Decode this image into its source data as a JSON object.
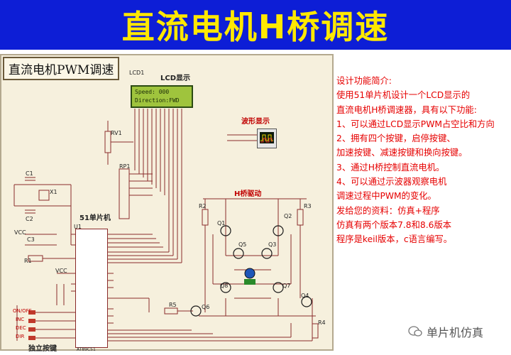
{
  "banner": {
    "title": "直流电机H桥调速"
  },
  "schematic": {
    "title": "直流电机PWM调速",
    "lcd_ref": "LCD1",
    "lcd_caption": "LCD显示",
    "lcd_line1": "Speed: 000",
    "lcd_line2": "Direction:FWD",
    "scope_caption": "波形显示",
    "rv_label": "RV1",
    "rp_label": "RP1",
    "mcu_caption": "51单片机",
    "mcu_ref": "U1",
    "mcu_part": "AT89C51",
    "bridge_caption": "H桥驱动",
    "keys_caption": "独立按键",
    "c1": "C1",
    "c2": "C2",
    "c3": "C3",
    "x1": "X1",
    "r1": "R1",
    "r2": "R2",
    "r3": "R3",
    "r4": "R4",
    "r5": "R5",
    "q1": "Q1",
    "q2": "Q2",
    "q3": "Q3",
    "q4": "Q4",
    "q5": "Q5",
    "q6": "Q6",
    "q7": "Q7",
    "q8": "Q8",
    "vcc1": "VCC",
    "vcc2": "VCC",
    "key1": "ON/OFF",
    "key2": "INC",
    "key3": "DEC",
    "key4": "DIR"
  },
  "info": {
    "lines": [
      "设计功能简介:",
      "使用51单片机设计一个LCD显示的",
      "直流电机H桥调速器，具有以下功能:",
      "1、可以通过LCD显示PWM占空比和方向",
      "2、拥有四个按键，启停按键、",
      "加速按键、减速按键和换向按键。",
      "3、通过H桥控制直流电机。",
      "4、可以通过示波器观察电机",
      "调速过程中PWM的变化。",
      "发给您的资料：仿真+程序",
      "仿真有两个版本7.8和8.6版本",
      "程序是keil版本，c语言编写。"
    ]
  },
  "watermark": {
    "text": "单片机仿真"
  },
  "colors": {
    "banner_bg": "#0d1ed6",
    "banner_text": "#ffe800",
    "info_text": "#e60000",
    "panel_bg": "#f6f0dd"
  }
}
